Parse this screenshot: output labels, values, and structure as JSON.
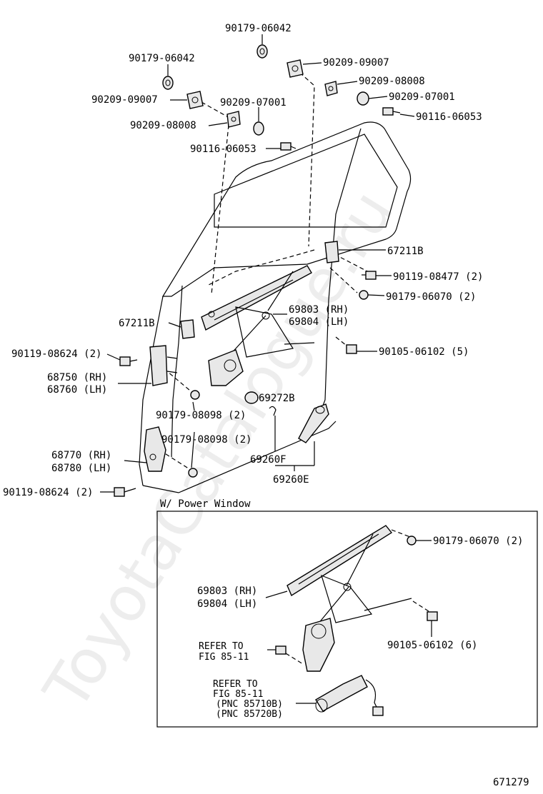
{
  "watermark": "ToyotaCatalogue.ru",
  "labels": {
    "p_90179_06042_top": "90179-06042",
    "p_90179_06042_left": "90179-06042",
    "p_90209_09007_right": "90209-09007",
    "p_90209_08008_right": "90209-08008",
    "p_90209_07001_right": "90209-07001",
    "p_90116_06053_right": "90116-06053",
    "p_90209_09007_left": "90209-09007",
    "p_90209_07001_mid": "90209-07001",
    "p_90209_08008_left": "90209-08008",
    "p_90116_06053_mid": "90116-06053",
    "p_67211b_right": "67211B",
    "p_90119_08477": "90119-08477 (2)",
    "p_90179_06070": "90179-06070 (2)",
    "p_69803_rh": "69803 (RH)",
    "p_69804_lh": "69804 (LH)",
    "p_67211b_left": "67211B",
    "p_90119_08624_upper": "90119-08624 (2)",
    "p_90105_06102_5": "90105-06102 (5)",
    "p_68750_rh": "68750 (RH)",
    "p_68760_lh": "68760 (LH)",
    "p_69272b": "69272B",
    "p_90179_08098_a": "90179-08098 (2)",
    "p_90179_08098_b": "90179-08098 (2)",
    "p_68770_rh": "68770 (RH)",
    "p_68780_lh": "68780 (LH)",
    "p_69260f": "69260F",
    "p_69260e": "69260E",
    "p_90119_08624_lower": "90119-08624 (2)"
  },
  "power_window": {
    "title": "W/ Power Window",
    "p_90179_06070": "90179-06070 (2)",
    "p_69803_rh": "69803 (RH)",
    "p_69804_lh": "69804 (LH)",
    "p_90105_06102_6": "90105-06102 (6)",
    "refer_1": "REFER TO",
    "refer_1b": "FIG 85-11",
    "refer_2": "REFER TO",
    "refer_2b": "FIG 85-11",
    "pnc_1": "(PNC 85710B)",
    "pnc_2": "(PNC 85720B)"
  },
  "figure_number": "671279"
}
